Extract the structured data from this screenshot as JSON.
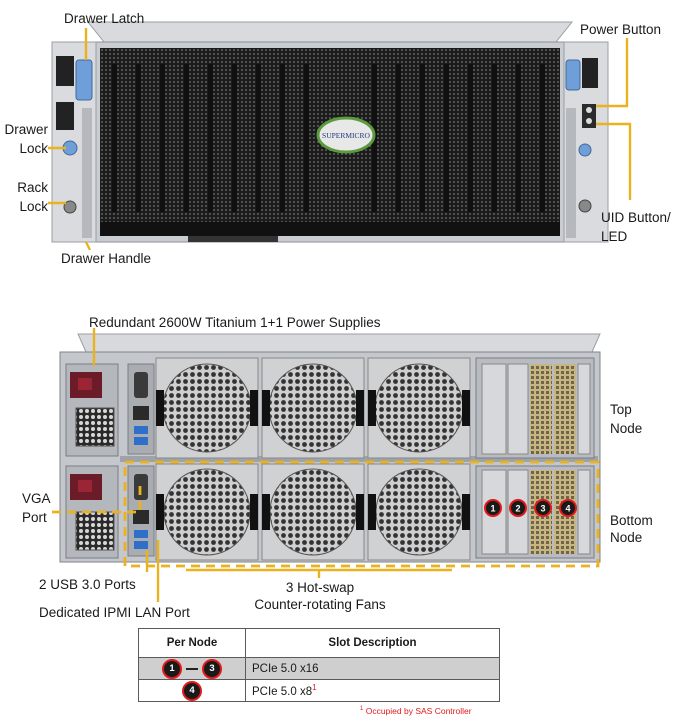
{
  "front": {
    "labels": {
      "drawer_latch": "Drawer Latch",
      "drawer_lock": "Drawer\nLock",
      "rack_lock": "Rack\nLock",
      "drawer_handle": "Drawer Handle",
      "power_button": "Power Button",
      "uid_button": "UID Button/\nLED"
    },
    "logo_text": "SUPERMICRO"
  },
  "rear": {
    "labels": {
      "power_supplies": "Redundant 2600W Titanium 1+1 Power Supplies",
      "top_node": "Top\nNode",
      "bottom_node": "Bottom\nNode",
      "vga_port": "VGA\nPort",
      "usb_ports": "2 USB 3.0 Ports",
      "ipmi_port": "Dedicated IPMI LAN Port",
      "fans": "3 Hot-swap\nCounter-rotating Fans"
    },
    "slot_numbers": [
      "1",
      "2",
      "3",
      "4"
    ]
  },
  "table": {
    "header": {
      "col1": "Per Node",
      "col2": "Slot Description"
    },
    "rows": [
      {
        "slot_from": "1",
        "slot_to": "3",
        "description": "PCIe 5.0 x16"
      },
      {
        "slot": "4",
        "description": "PCIe 5.0 x8",
        "footnote_mark": "1"
      }
    ],
    "footnote_mark": "1",
    "footnote": "Occupied by SAS Controller"
  },
  "colors": {
    "callout": "#e9b21e",
    "slot_ring": "#e21a1a",
    "chassis": "#c9ccd1",
    "grille": "#1b1b1b"
  }
}
